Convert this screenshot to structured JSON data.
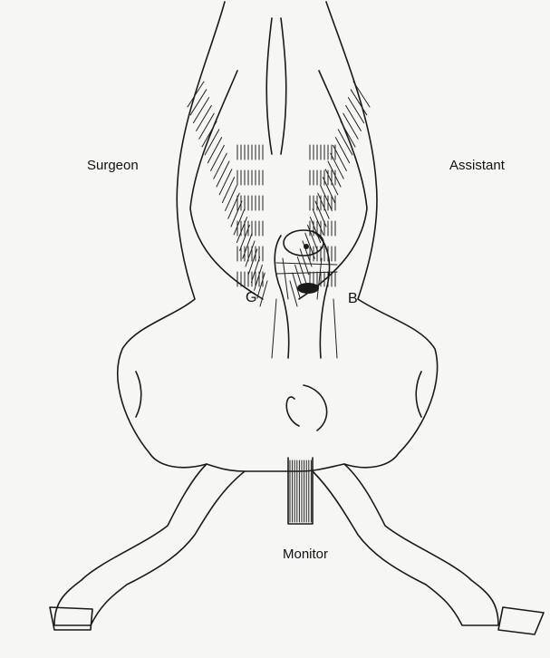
{
  "labels": {
    "surgeon": "Surgeon",
    "assistant": "Assistant",
    "monitor": "Monitor",
    "g": "G",
    "b": "B"
  },
  "colors": {
    "paper": "#f6f6f4",
    "ink": "#1a1a1a"
  }
}
